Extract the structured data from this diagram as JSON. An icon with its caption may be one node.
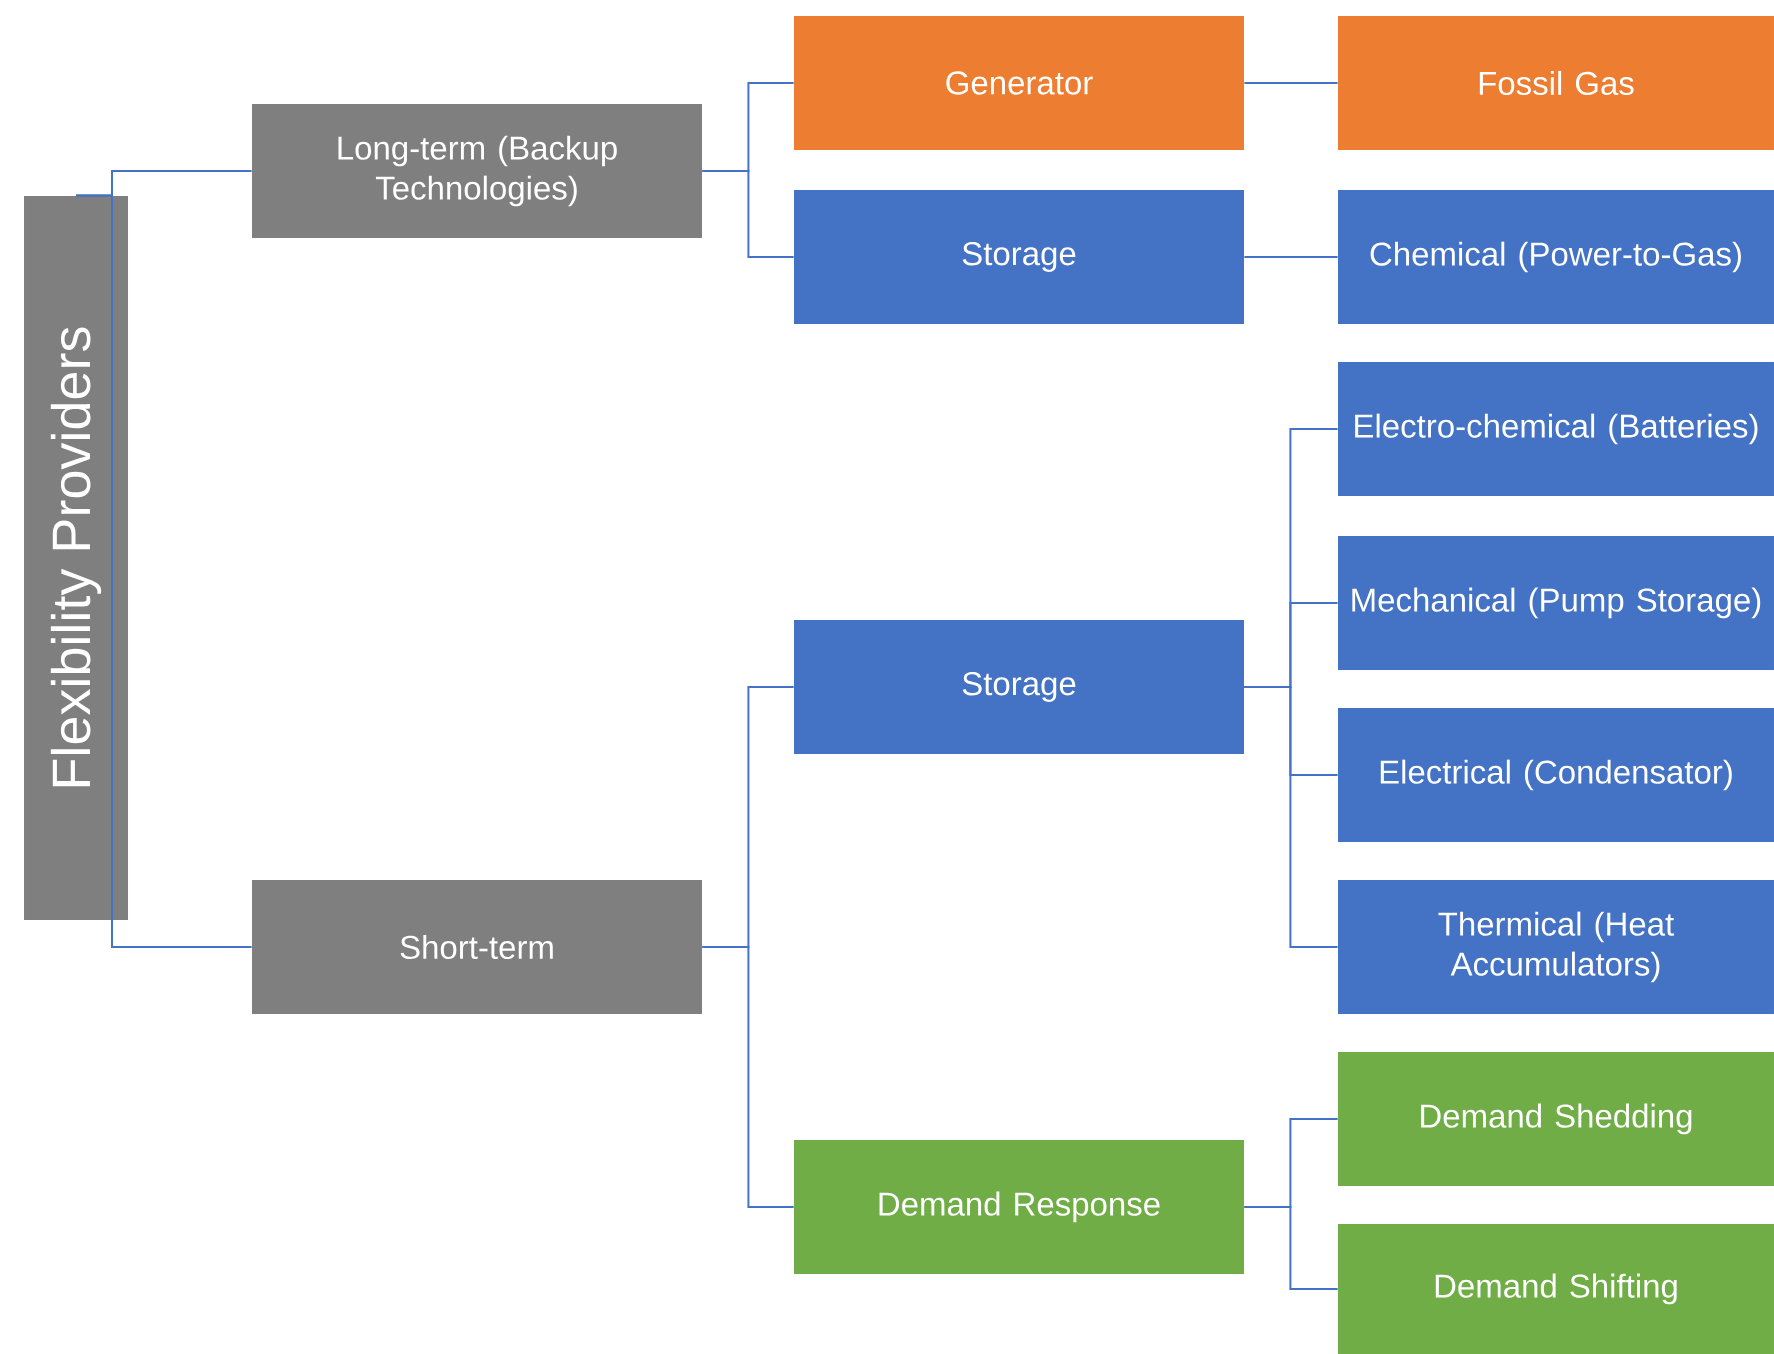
{
  "diagram": {
    "nodes": [
      {
        "text": [
          "Flexibility Providers"
        ]
      },
      {
        "text": [
          "Long-term (Backup Technologies)"
        ]
      },
      {
        "text": [
          "Short-term"
        ]
      },
      {
        "text": [
          "Generator"
        ]
      },
      {
        "text": [
          "Storage"
        ]
      },
      {
        "text": [
          "Storage"
        ]
      },
      {
        "text": [
          "Demand Response"
        ]
      },
      {
        "text": [
          "Fossil Gas"
        ]
      },
      {
        "text": [
          "Chemical (Power-to-Gas)"
        ]
      },
      {
        "text": [
          "Electro-chemical (Batteries)"
        ]
      },
      {
        "text": [
          "Mechanical (Pump Storage)"
        ]
      },
      {
        "text": [
          "Electrical (Condensator)"
        ]
      },
      {
        "text": [
          "Thermical (Heat Accumulators)"
        ]
      },
      {
        "text": [
          "Demand Shedding"
        ]
      },
      {
        "text": [
          "Demand Shifting"
        ]
      }
    ],
    "edges": [
      {
        "from": 0,
        "to": 1,
        "arrow": "none"
      },
      {
        "from": 0,
        "to": 2,
        "arrow": "none"
      },
      {
        "from": 1,
        "to": 3,
        "arrow": "none"
      },
      {
        "from": 1,
        "to": 4,
        "arrow": "none"
      },
      {
        "from": 2,
        "to": 5,
        "arrow": "none"
      },
      {
        "from": 2,
        "to": 6,
        "arrow": "none"
      },
      {
        "from": 3,
        "to": 7,
        "arrow": "none"
      },
      {
        "from": 4,
        "to": 8,
        "arrow": "none"
      },
      {
        "from": 5,
        "to": 9,
        "arrow": "none"
      },
      {
        "from": 5,
        "to": 10,
        "arrow": "none"
      },
      {
        "from": 5,
        "to": 11,
        "arrow": "none"
      },
      {
        "from": 5,
        "to": 12,
        "arrow": "none"
      },
      {
        "from": 6,
        "to": 13,
        "arrow": "none"
      },
      {
        "from": 6,
        "to": 14,
        "arrow": "none"
      }
    ]
  }
}
